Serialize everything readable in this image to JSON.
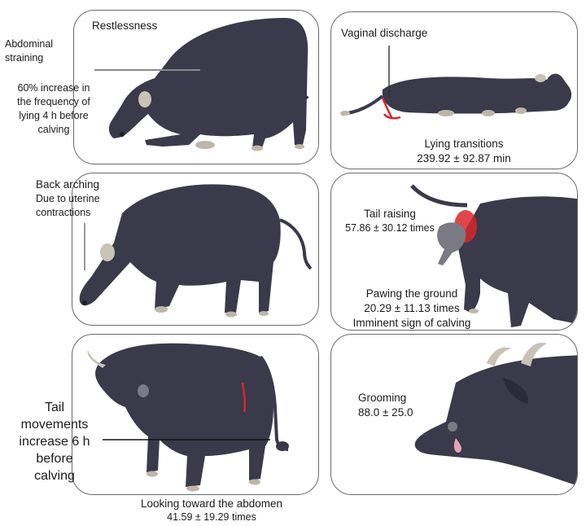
{
  "colors": {
    "cow_body": "#3a3a4a",
    "cow_dark": "#2a2a38",
    "horn": "#c9c2b6",
    "hoof": "#bdb6aa",
    "blood": "#d8262c",
    "panel_border": "#6b6b6b"
  },
  "panels": {
    "p1": {
      "title": "Restlessness",
      "label_a_line1": "Abdominal",
      "label_a_line2": "straining",
      "label_b_line1": "60% increase in",
      "label_b_line2": "the frequency of",
      "label_b_line3": "lying 4 h before",
      "label_b_line4": "calving"
    },
    "p2": {
      "title": "Vaginal discharge",
      "caption_line1": "Lying transitions",
      "caption_line2": "239.92 ± 92.87 min"
    },
    "p3": {
      "title": "Back arching",
      "sub_line1": "Due to uterine",
      "sub_line2": "contractions"
    },
    "p4": {
      "tail_title": "Tail raising",
      "tail_value": "57.86 ± 30.12 times",
      "pawing_line1": "Pawing the ground",
      "pawing_line2": "20.29 ± 11.13 times",
      "pawing_line3": "Imminent sign of calving"
    },
    "p5": {
      "label_line1": "Tail",
      "label_line2": "movements",
      "label_line3": "increase 6 h",
      "label_line4": "before",
      "label_line5": "calving",
      "caption_line1": "Looking toward the abdomen",
      "caption_line2": "41.59 ± 19.29 times"
    },
    "p6": {
      "title": "Grooming",
      "value": "88.0 ± 25.0"
    }
  }
}
